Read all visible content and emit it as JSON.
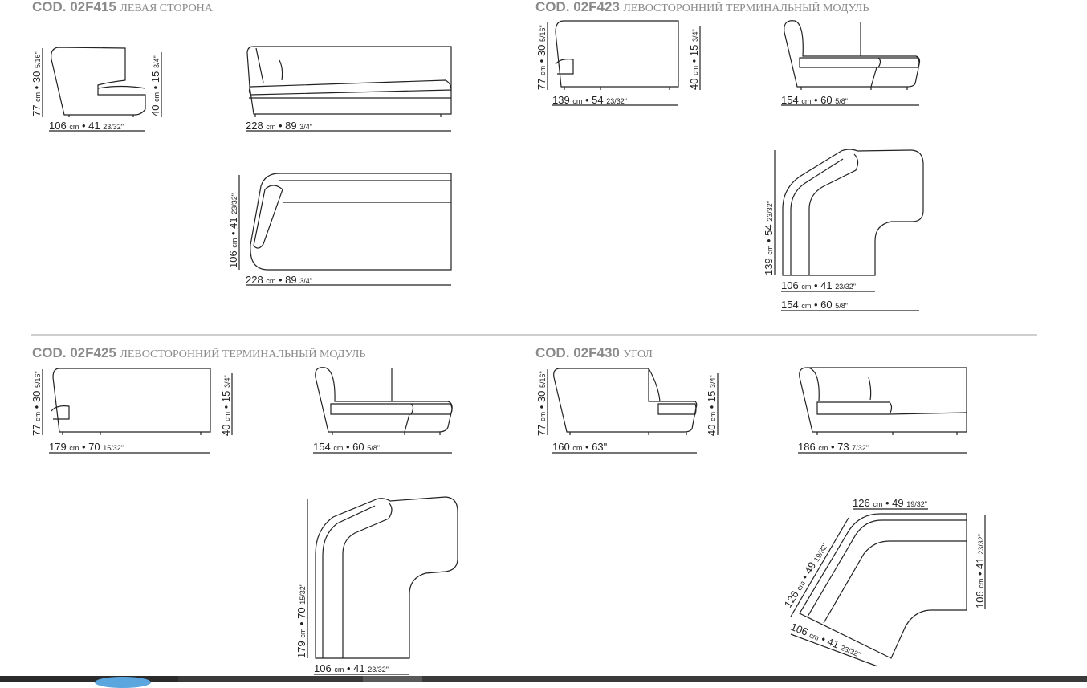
{
  "sections": [
    {
      "code": "COD. 02F415",
      "desc": "ЛЕВАЯ СТОРОНА",
      "dims": {
        "height": {
          "cm": "77",
          "in": "30",
          "fr": "5/16\""
        },
        "seat": {
          "cm": "40",
          "in": "15",
          "fr": "3/4\""
        },
        "side_depth": {
          "cm": "106",
          "in": "41",
          "fr": "23/32\""
        },
        "front_width": {
          "cm": "228",
          "in": "89",
          "fr": "3/4\""
        },
        "plan_depth": {
          "cm": "106",
          "in": "41",
          "fr": "23/32\""
        },
        "plan_width": {
          "cm": "228",
          "in": "89",
          "fr": "3/4\""
        }
      }
    },
    {
      "code": "COD. 02F423",
      "desc": "ЛЕВОСТОРОННИЙ ТЕРМИНАЛЬНЫЙ МОДУЛЬ",
      "dims": {
        "height": {
          "cm": "77",
          "in": "30",
          "fr": "5/16\""
        },
        "seat": {
          "cm": "40",
          "in": "15",
          "fr": "3/4\""
        },
        "side_width": {
          "cm": "139",
          "in": "54",
          "fr": "23/32\""
        },
        "front_width": {
          "cm": "154",
          "in": "60",
          "fr": "5/8\""
        },
        "plan_depth": {
          "cm": "139",
          "in": "54",
          "fr": "23/32\""
        },
        "plan_w1": {
          "cm": "106",
          "in": "41",
          "fr": "23/32\""
        },
        "plan_w2": {
          "cm": "154",
          "in": "60",
          "fr": "5/8\""
        }
      }
    },
    {
      "code": "COD. 02F425",
      "desc": "ЛЕВОСТОРОННИЙ ТЕРМИНАЛЬНЫЙ МОДУЛЬ",
      "dims": {
        "height": {
          "cm": "77",
          "in": "30",
          "fr": "5/16\""
        },
        "seat": {
          "cm": "40",
          "in": "15",
          "fr": "3/4\""
        },
        "side_width": {
          "cm": "179",
          "in": "70",
          "fr": "15/32\""
        },
        "front_width": {
          "cm": "154",
          "in": "60",
          "fr": "5/8\""
        },
        "plan_depth": {
          "cm": "179",
          "in": "70",
          "fr": "15/32\""
        },
        "plan_w1": {
          "cm": "106",
          "in": "41",
          "fr": "23/32\""
        }
      }
    },
    {
      "code": "COD. 02F430",
      "desc": "УГОЛ",
      "dims": {
        "height": {
          "cm": "77",
          "in": "30",
          "fr": "5/16\""
        },
        "seat": {
          "cm": "40",
          "in": "15",
          "fr": "3/4\""
        },
        "side_width": {
          "cm": "160",
          "in": "63\"",
          "fr": ""
        },
        "front_width": {
          "cm": "186",
          "in": "73",
          "fr": "7/32\""
        },
        "plan_top": {
          "cm": "126",
          "in": "49",
          "fr": "19/32\""
        },
        "plan_right": {
          "cm": "106",
          "in": "41",
          "fr": "23/32\""
        },
        "plan_diag1": {
          "cm": "126",
          "in": "49",
          "fr": "19/32\""
        },
        "plan_diag2": {
          "cm": "106",
          "in": "41",
          "fr": "23/32\""
        }
      }
    }
  ],
  "unit": "cm",
  "sep": "•"
}
